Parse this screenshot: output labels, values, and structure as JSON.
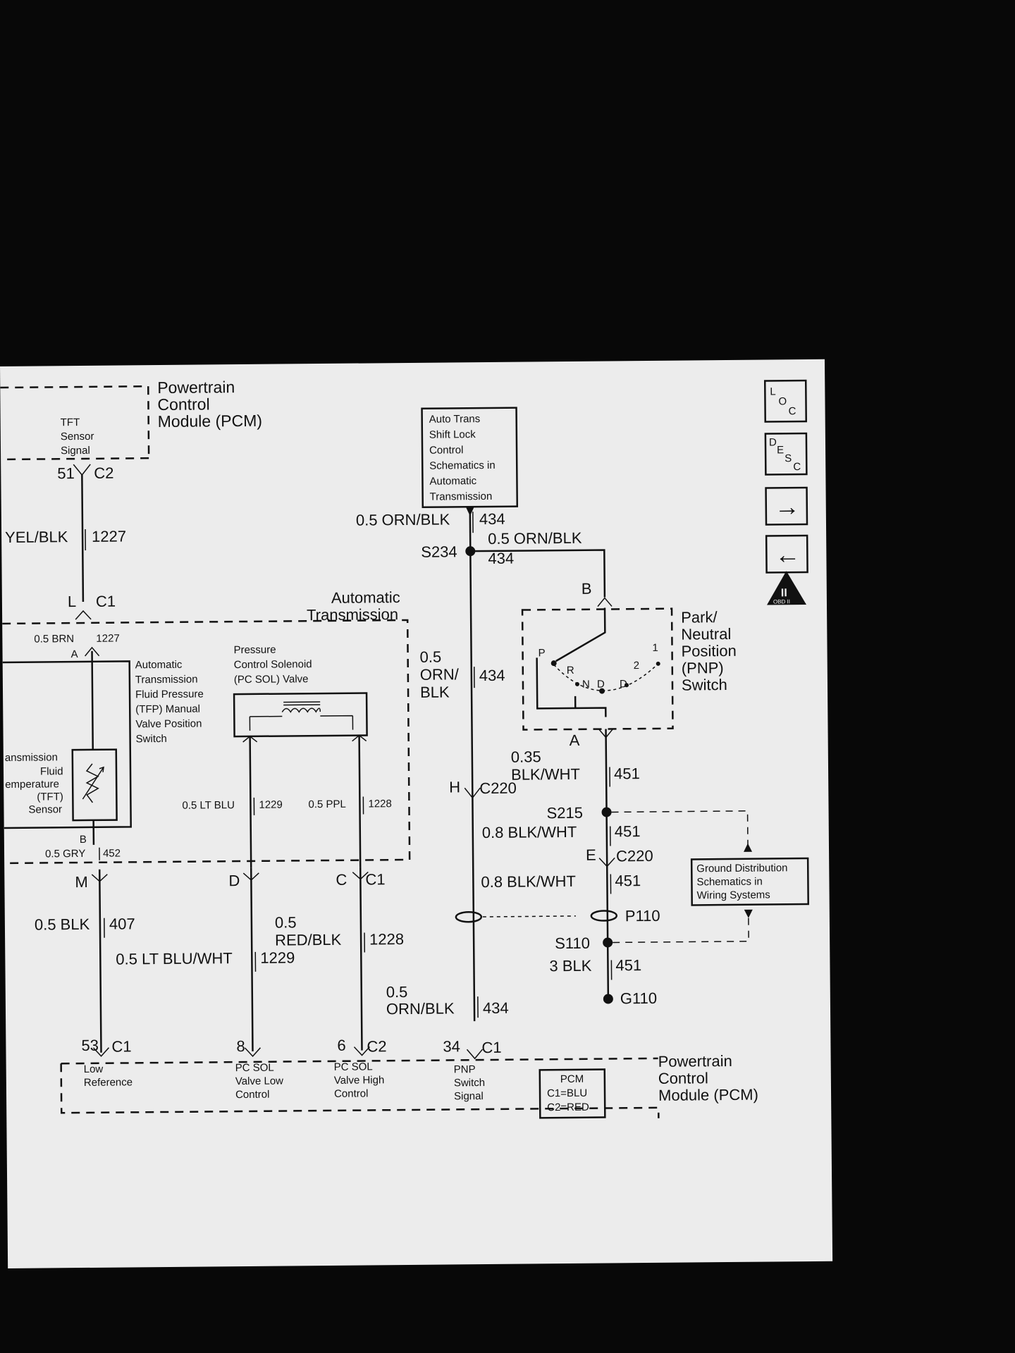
{
  "pcm_top": {
    "title_line1": "Powertrain",
    "title_line2": "Control",
    "title_line3": "Module (PCM)",
    "terminal_label_line1": "TFT",
    "terminal_label_line2": "Sensor",
    "terminal_label_line3": "Signal",
    "pin": "51",
    "connector": "C2"
  },
  "shift_lock_box": {
    "line1": "Auto Trans",
    "line2": "Shift Lock",
    "line3": "Control",
    "line4": "Schematics in",
    "line5": "Automatic",
    "line6": "Transmission"
  },
  "wires": {
    "w1227_gauge": "YEL/BLK",
    "w1227_circuit": "1227",
    "w434_top_gauge": "0.5 ORN/BLK",
    "w434_top_circuit": "434",
    "s234": "S234",
    "w434_branch_gauge": "0.5 ORN/BLK",
    "w434_branch_circuit": "434",
    "w434_mid_gauge1": "0.5",
    "w434_mid_gauge2": "ORN/",
    "w434_mid_gauge3": "BLK",
    "w434_mid_circuit": "434",
    "w451_a_gauge1": "0.35",
    "w451_a_gauge2": "BLK/WHT",
    "w451_a_circuit": "451",
    "s215": "S215",
    "w451_b_gauge": "0.8 BLK/WHT",
    "w451_b_circuit": "451",
    "w451_c_gauge": "0.8 BLK/WHT",
    "w451_c_circuit": "451",
    "p110": "P110",
    "s110": "S110",
    "w451_d_gauge": "3 BLK",
    "w451_d_circuit": "451",
    "g110": "G110",
    "w407_gauge": "0.5 BLK",
    "w407_circuit": "407",
    "w1228_gauge1": "0.5",
    "w1228_gauge2": "RED/BLK",
    "w1228_circuit": "1228",
    "w1229_gauge": "0.5 LT BLU/WHT",
    "w1229_circuit": "1229",
    "w434_bot_gauge1": "0.5",
    "w434_bot_gauge2": "ORN/BLK",
    "w434_bot_circuit": "434",
    "int_1227_gauge": "0.5 BRN",
    "int_1227_circuit": "1227",
    "int_1229_gauge": "0.5 LT BLU",
    "int_1229_circuit": "1229",
    "int_1228_gauge": "0.5 PPL",
    "int_1228_circuit": "1228",
    "int_452_gauge": "0.5 GRY",
    "int_452_circuit": "452"
  },
  "connectors": {
    "c1_L_pin": "L",
    "c1_L_conn": "C1",
    "int_A": "A",
    "int_B": "B",
    "m_pin": "M",
    "d_pin": "D",
    "c_pin": "C",
    "c_conn": "C1",
    "h_pin": "H",
    "c220_1": "C220",
    "e_pin": "E",
    "c220_2": "C220",
    "pnp_B": "B",
    "pnp_A": "A",
    "p53": "53",
    "c53_conn": "C1",
    "p8": "8",
    "p6": "6",
    "c6_conn": "C2",
    "p34": "34",
    "c34_conn": "C1"
  },
  "transmission": {
    "title_line1": "Automatic",
    "title_line2": "Transmission",
    "tfp_line1": "Automatic",
    "tfp_line2": "Transmission",
    "tfp_line3": "Fluid Pressure",
    "tfp_line4": "(TFP) Manual",
    "tfp_line5": "Valve Position",
    "tfp_line6": "Switch",
    "pcsol_line1": "Pressure",
    "pcsol_line2": "Control Solenoid",
    "pcsol_line3": "(PC SOL) Valve",
    "tft_line1": "ansmission",
    "tft_line2": "Fluid",
    "tft_line3": "emperature",
    "tft_line4": "(TFT)",
    "tft_line5": "Sensor"
  },
  "pnp_switch": {
    "line1": "Park/",
    "line2": "Neutral",
    "line3": "Position",
    "line4": "(PNP)",
    "line5": "Switch",
    "pos_p": "P",
    "pos_r": "R",
    "pos_n": "N",
    "pos_d": "D",
    "pos_d_label": "D",
    "pos_2": "2",
    "pos_1": "1"
  },
  "ground_box": {
    "line1": "Ground Distribution",
    "line2": "Schematics in",
    "line3": "Wiring Systems"
  },
  "pcm_bottom": {
    "title_line1": "Powertrain",
    "title_line2": "Control",
    "title_line3": "Module (PCM)",
    "low_ref_line1": "Low",
    "low_ref_line2": "Reference",
    "pcsol_low_line1": "PC SOL",
    "pcsol_low_line2": "Valve Low",
    "pcsol_low_line3": "Control",
    "pcsol_high_line1": "PC SOL",
    "pcsol_high_line2": "Valve High",
    "pcsol_high_line3": "Control",
    "pnp_sig_line1": "PNP",
    "pnp_sig_line2": "Switch",
    "pnp_sig_line3": "Signal",
    "legend_line1": "PCM",
    "legend_line2": "C1=BLU",
    "legend_line3": "C2=RED"
  },
  "nav_buttons": {
    "loc_l": "L",
    "loc_o": "O",
    "loc_c": "C",
    "desc_d": "D",
    "desc_e": "E",
    "desc_s": "S",
    "desc_c": "C",
    "next_arrow": "→",
    "prev_arrow": "←",
    "obd_label": "OBD II",
    "obd_numeral": "II"
  },
  "colors": {
    "screen_bg": "#ececec",
    "outer_bg": "#080808",
    "ink": "#111111"
  }
}
